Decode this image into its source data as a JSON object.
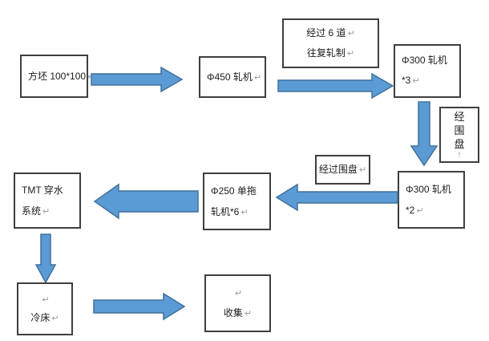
{
  "palette": {
    "background": "#ffffff",
    "box_border": "#3f3f3f",
    "arrow_fill": "#5b9bd5",
    "arrow_border": "#41719c",
    "text": "#1c1c1c",
    "mark": "#9a9a9a"
  },
  "diagram": {
    "marks": {
      "para": "↵",
      "vpara": "↑"
    },
    "nodes": {
      "billet": {
        "line1": "方坯 100*100"
      },
      "mill450": {
        "line1": "Φ450 轧机"
      },
      "passes_note": {
        "line1": "经过 6 道",
        "line2": "往复轧制"
      },
      "mill300x3": {
        "line1": "Φ300 轧机",
        "line2": "*3"
      },
      "coil_note_side": {
        "text": "经围盘"
      },
      "mill300x2": {
        "line1": "Φ300 轧机",
        "line2": "*2"
      },
      "coil_note": {
        "line1": "经过围盘"
      },
      "mill250": {
        "line1": "Φ250 单拖",
        "line2": "轧机*6"
      },
      "tmt": {
        "line1": "TMT 穿水",
        "line2": "系统"
      },
      "cooling_bed": {
        "line1": "冷床"
      },
      "collect": {
        "line1": "收集"
      }
    },
    "arrows": [
      {
        "from": "billet",
        "to": "mill450",
        "direction": "right"
      },
      {
        "from": "mill450",
        "to": "mill300x3",
        "direction": "right",
        "label": "经过 6 道 往复轧制"
      },
      {
        "from": "mill300x3",
        "to": "mill300x2",
        "direction": "down",
        "label": "经围盘"
      },
      {
        "from": "mill300x2",
        "to": "mill250",
        "direction": "left",
        "label": "经过围盘"
      },
      {
        "from": "mill250",
        "to": "tmt",
        "direction": "left"
      },
      {
        "from": "tmt",
        "to": "cooling_bed",
        "direction": "down"
      },
      {
        "from": "cooling_bed",
        "to": "collect",
        "direction": "right"
      }
    ]
  }
}
